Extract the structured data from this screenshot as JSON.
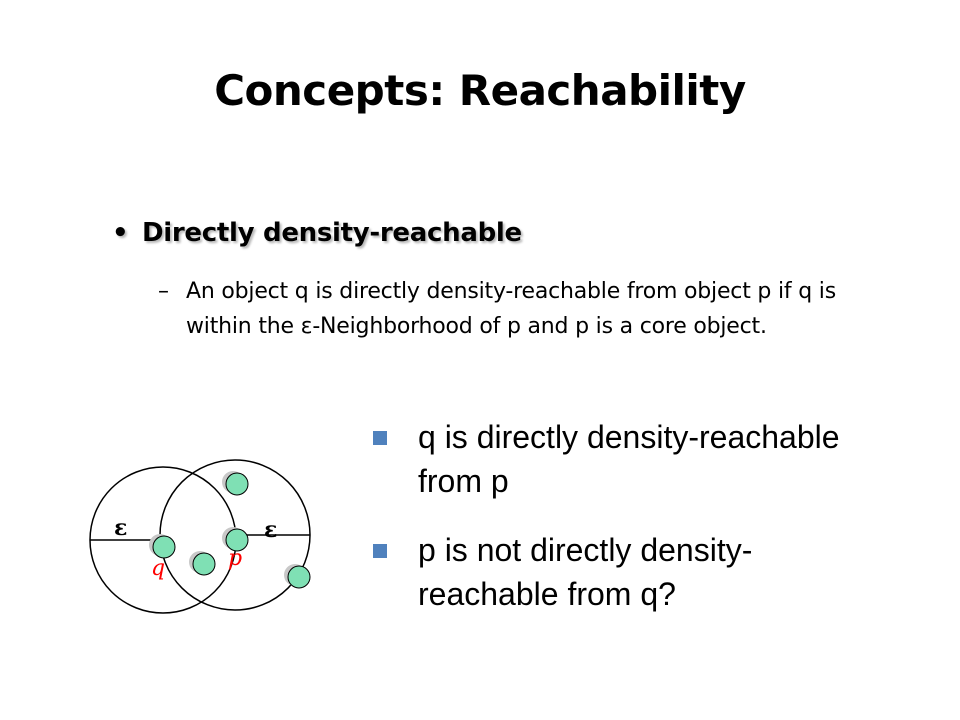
{
  "slide": {
    "title": "Concepts: Reachability",
    "bullet": {
      "marker": "•",
      "heading": "Directly density-reachable",
      "sub_marker": "–",
      "sub_text": "An object q is directly density-reachable from object p if q is within the ε-Neighborhood of p and p is a core object."
    },
    "right_bullets": [
      {
        "text": "q is directly density-reachable from p"
      },
      {
        "text": "p is not directly density-reachable from q?"
      }
    ]
  },
  "diagram": {
    "epsilon_label_left": "ε",
    "epsilon_label_right": "ε",
    "label_q": "q",
    "label_p": "p",
    "colors": {
      "point_fill": "#7fe0b4",
      "point_shadow": "#c8c8c8",
      "label": "#ff0000",
      "circle": "#000000"
    }
  }
}
